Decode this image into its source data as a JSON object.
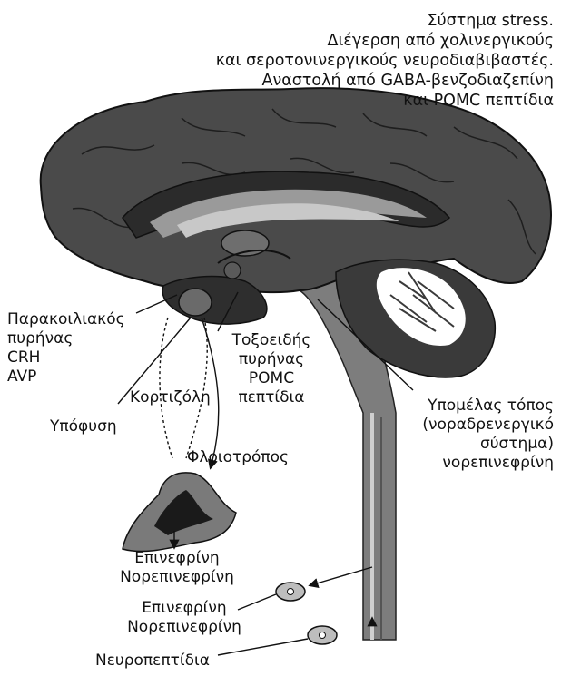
{
  "title": {
    "lines": [
      "Σύστημα stress.",
      "Διέγερση από χολινεργικούς",
      "και σεροτονινεργικούς νευροδιαβιβαστές.",
      "Αναστολή από GABA-βενζοδιαζεπίνη",
      "και POMC πεπτίδια"
    ]
  },
  "labels": {
    "paraventricular": [
      "Παρακοιλιακός",
      "πυρήνας",
      "CRH",
      "AVP"
    ],
    "cortisol": "Κορτιζόλη",
    "pituitary": "Υπόφυση",
    "arcuate": [
      "Τοξοειδής",
      "πυρήνας",
      "POMC",
      "πεπτίδια"
    ],
    "corticotropin": "Φλοιοτρόπος",
    "locus_coeruleus": [
      "Υπομέλας τόπος",
      "(νοραδρενεργικό",
      "σύστημα)",
      "νορεπινεφρίνη"
    ],
    "adrenal_output": [
      "Επινεφρίνη",
      "Νορεπινεφρίνη"
    ],
    "sympathetic_output": [
      "Επινεφρίνη",
      "Νορεπινεφρίνη"
    ],
    "neuropeptides": "Νευροπεπτίδια"
  },
  "colors": {
    "cortex": "#4a4a4a",
    "cortex_dark": "#2b2b2b",
    "ventricle": "#9a9a9a",
    "cerebellum": "#3a3a3a",
    "adrenal": "#7a7a7a",
    "adrenal_core": "#1a1a1a",
    "spinal_cord": "#8c8c8c"
  }
}
